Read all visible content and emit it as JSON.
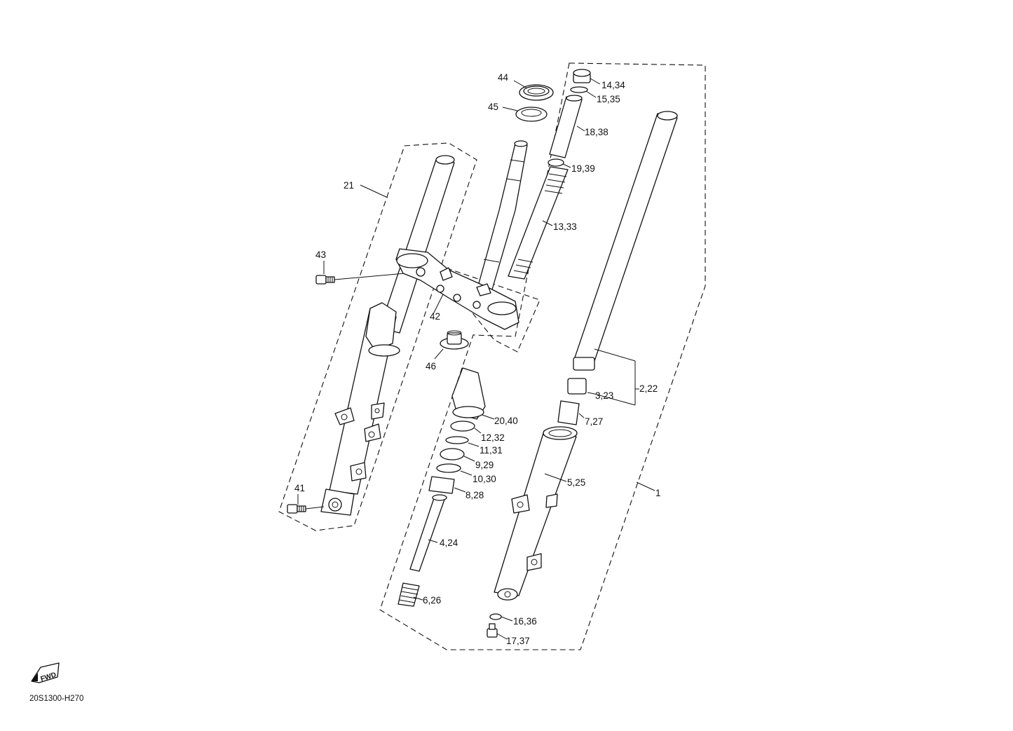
{
  "diagram": {
    "reference_code": "20S1300-H270",
    "fwd_label": "FWD",
    "callouts": [
      {
        "id": "44",
        "text": "44"
      },
      {
        "id": "45",
        "text": "45"
      },
      {
        "id": "14_34",
        "text": "14,34"
      },
      {
        "id": "15_35",
        "text": "15,35"
      },
      {
        "id": "18_38",
        "text": "18,38"
      },
      {
        "id": "19_39",
        "text": "19,39"
      },
      {
        "id": "13_33",
        "text": "13,33"
      },
      {
        "id": "21",
        "text": "21"
      },
      {
        "id": "43",
        "text": "43"
      },
      {
        "id": "42",
        "text": "42"
      },
      {
        "id": "46",
        "text": "46"
      },
      {
        "id": "3_23",
        "text": "3,23"
      },
      {
        "id": "2_22",
        "text": "2,22"
      },
      {
        "id": "7_27",
        "text": "7,27"
      },
      {
        "id": "20_40",
        "text": "20,40"
      },
      {
        "id": "12_32",
        "text": "12,32"
      },
      {
        "id": "11_31",
        "text": "11,31"
      },
      {
        "id": "9_29",
        "text": "9,29"
      },
      {
        "id": "10_30",
        "text": "10,30"
      },
      {
        "id": "8_28",
        "text": "8,28"
      },
      {
        "id": "5_25",
        "text": "5,25"
      },
      {
        "id": "1",
        "text": "1"
      },
      {
        "id": "41",
        "text": "41"
      },
      {
        "id": "4_24",
        "text": "4,24"
      },
      {
        "id": "6_26",
        "text": "6,26"
      },
      {
        "id": "16_36",
        "text": "16,36"
      },
      {
        "id": "17_37",
        "text": "17,37"
      }
    ]
  }
}
